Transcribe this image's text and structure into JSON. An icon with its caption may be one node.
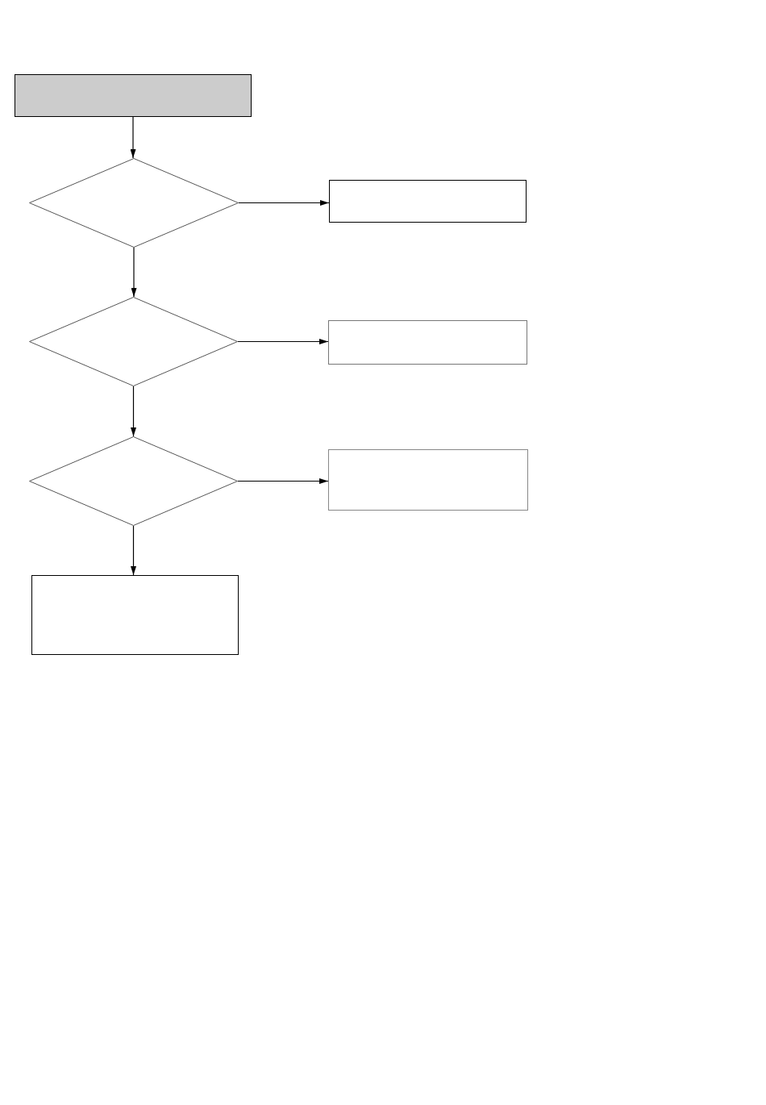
{
  "diagram": {
    "nodes": [
      {
        "text": [],
        "shape": "box"
      },
      {
        "text": [],
        "shape": "diamond"
      },
      {
        "text": [],
        "shape": "box"
      },
      {
        "text": [],
        "shape": "diamond"
      },
      {
        "text": [],
        "shape": "box"
      },
      {
        "text": [],
        "shape": "diamond"
      },
      {
        "text": [],
        "shape": "box"
      },
      {
        "text": [],
        "shape": "box"
      }
    ],
    "edges": [
      {
        "from": 0,
        "to": 1,
        "arrow": "to"
      },
      {
        "from": 1,
        "to": 2,
        "arrow": "to"
      },
      {
        "from": 1,
        "to": 3,
        "arrow": "to"
      },
      {
        "from": 3,
        "to": 4,
        "arrow": "to"
      },
      {
        "from": 3,
        "to": 5,
        "arrow": "to"
      },
      {
        "from": 5,
        "to": 6,
        "arrow": "to"
      },
      {
        "from": 5,
        "to": 7,
        "arrow": "to"
      }
    ]
  }
}
